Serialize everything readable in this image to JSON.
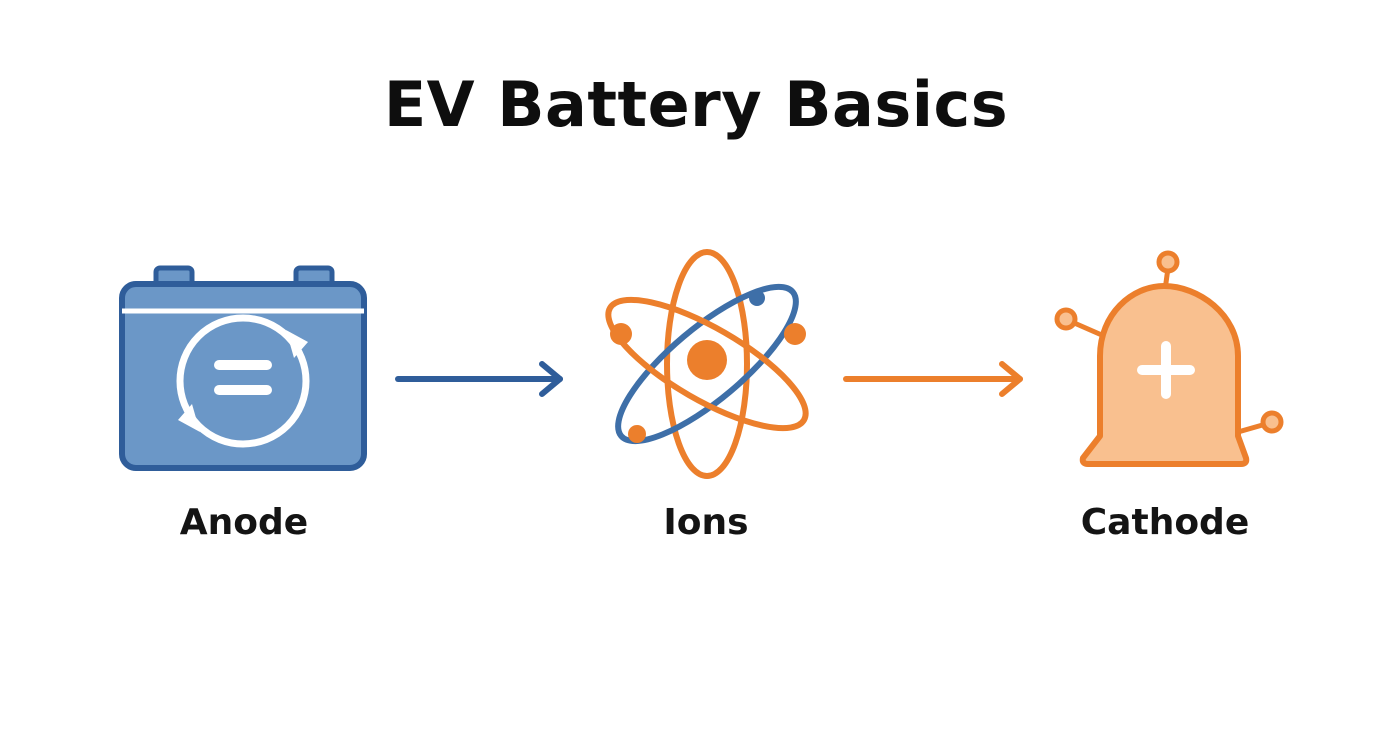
{
  "diagram": {
    "title": "EV Battery Basics",
    "colors": {
      "blue_stroke": "#2f5d9a",
      "blue_fill": "#6b97c7",
      "orange_stroke": "#ec7f2c",
      "orange_fill": "#f9c08f",
      "white": "#ffffff"
    },
    "nodes": [
      {
        "id": "anode",
        "label": "Anode",
        "icon": "battery-recycle-icon"
      },
      {
        "id": "ions",
        "label": "Ions",
        "icon": "atom-icon"
      },
      {
        "id": "cathode",
        "label": "Cathode",
        "icon": "cathode-plus-icon"
      }
    ],
    "arrows": [
      {
        "from": "anode",
        "to": "ions",
        "color": "blue"
      },
      {
        "from": "ions",
        "to": "cathode",
        "color": "orange"
      }
    ]
  }
}
